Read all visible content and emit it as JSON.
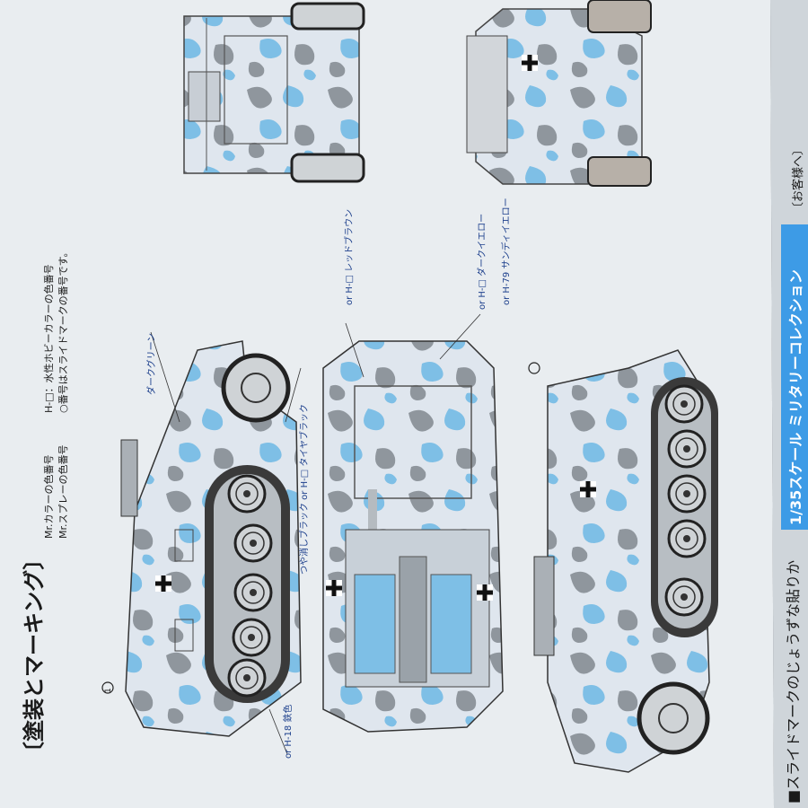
{
  "section_title": "〔塗装とマーキング〕",
  "legend": {
    "mr_color_line": "Mr.カラーの色番号",
    "mr_spray_line": "Mr.スプレーの色番号",
    "h_color_line": "H-□：水性ホビーカラーの色番号",
    "slide_mark_line": "○番号はスライドマークの番号です。"
  },
  "callouts": {
    "dark_green": "ダークグリーン",
    "red_brown": "or H-□ レッドブラウン",
    "dark_yellow": "or H-□ ダークイエロー",
    "sandy_yellow": "or H-79 サンディイエロー",
    "tire_black": "つや消しブラック or H-□ タイヤブラック",
    "steel": "or H-18 鉄色",
    "decal_1": "1"
  },
  "series_band": "1/35スケール ミリタリーコレクション",
  "customer_note": "〔お客様へ〕",
  "bottom_note": "■スライドマークのじょうずな貼りか",
  "colors": {
    "paper": "#e9edf0",
    "camo_light": "#dfe6ee",
    "camo_gray": "#8f969d",
    "camo_blue": "#7ebfe6",
    "callout_text": "#1c3f8c",
    "series_band": "#3d9be6"
  },
  "icons": [
    "balkenkreuz-icon",
    "decal-number-marker-icon"
  ]
}
